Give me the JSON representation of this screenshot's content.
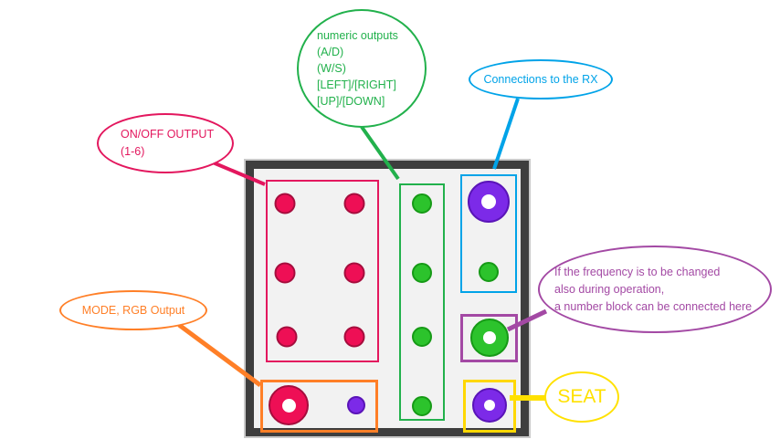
{
  "callouts": {
    "numeric_outputs": {
      "lines": [
        "numeric outputs",
        "(A/D)",
        "(W/S)",
        "[LEFT]/[RIGHT]",
        "[UP]/[DOWN]"
      ],
      "color": "#22b14c"
    },
    "connections_rx": {
      "label": "Connections to the RX",
      "color": "#00a3e8"
    },
    "onoff_output": {
      "lines": [
        "ON/OFF OUTPUT",
        "(1-6)"
      ],
      "color": "#e3175e"
    },
    "mode_rgb": {
      "label": "MODE, RGB Output",
      "color": "#ff7f27"
    },
    "frequency_note": {
      "lines": [
        "If the frequency is to be changed",
        "also during operation,",
        "a number block can be connected here"
      ],
      "color": "#a349a4"
    },
    "seat": {
      "label": "SEAT",
      "color": "#ffe100"
    }
  },
  "board": {
    "connector_colors": {
      "crimson": "#ee0f55",
      "green": "#2cc32c",
      "purple": "#7c2ae8"
    }
  }
}
